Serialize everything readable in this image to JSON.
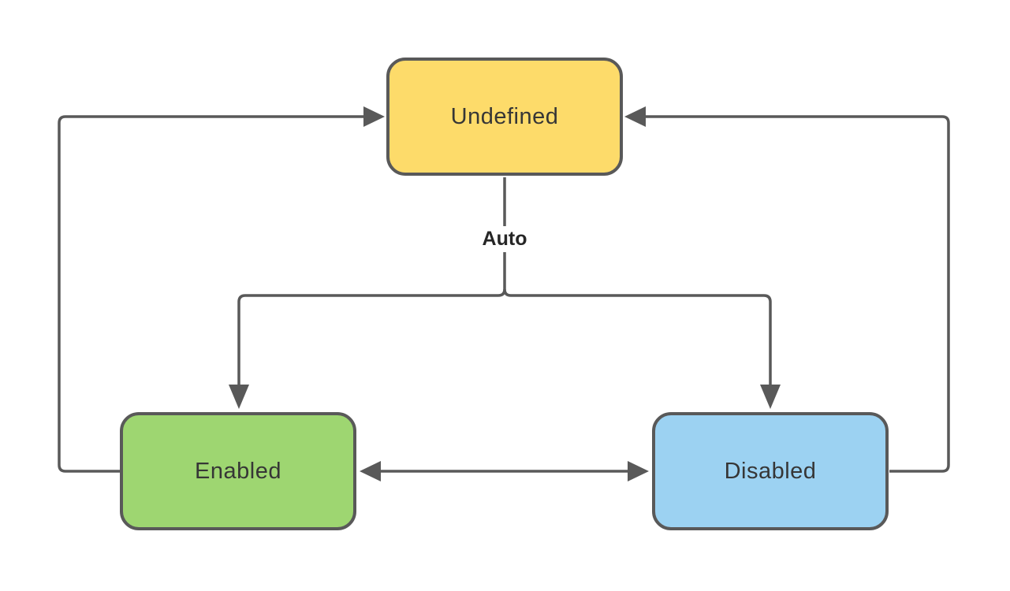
{
  "diagram": {
    "type": "state-diagram",
    "nodes": [
      {
        "id": "undefined",
        "label": "Undefined",
        "fill": "#FDDB6A"
      },
      {
        "id": "enabled",
        "label": "Enabled",
        "fill": "#9ED671"
      },
      {
        "id": "disabled",
        "label": "Disabled",
        "fill": "#9CD2F2"
      }
    ],
    "auto_label": "Auto",
    "edges": [
      {
        "from": "Undefined",
        "to": "Enabled",
        "label": "Auto",
        "style": "branch-down-arrow"
      },
      {
        "from": "Undefined",
        "to": "Disabled",
        "label": "Auto",
        "style": "branch-down-arrow"
      },
      {
        "from": "Enabled",
        "to": "Undefined",
        "label": "",
        "style": "left-loop-arrow"
      },
      {
        "from": "Disabled",
        "to": "Undefined",
        "label": "",
        "style": "right-loop-arrow"
      },
      {
        "from": "Enabled",
        "to": "Disabled",
        "label": "",
        "style": "bidirectional-arrow"
      }
    ]
  },
  "colors": {
    "line": "#595959",
    "node_border": "#595959",
    "text": "#363636",
    "background": "#ffffff",
    "undefined_fill": "#FDDB6A",
    "enabled_fill": "#9ED671",
    "disabled_fill": "#9CD2F2"
  }
}
